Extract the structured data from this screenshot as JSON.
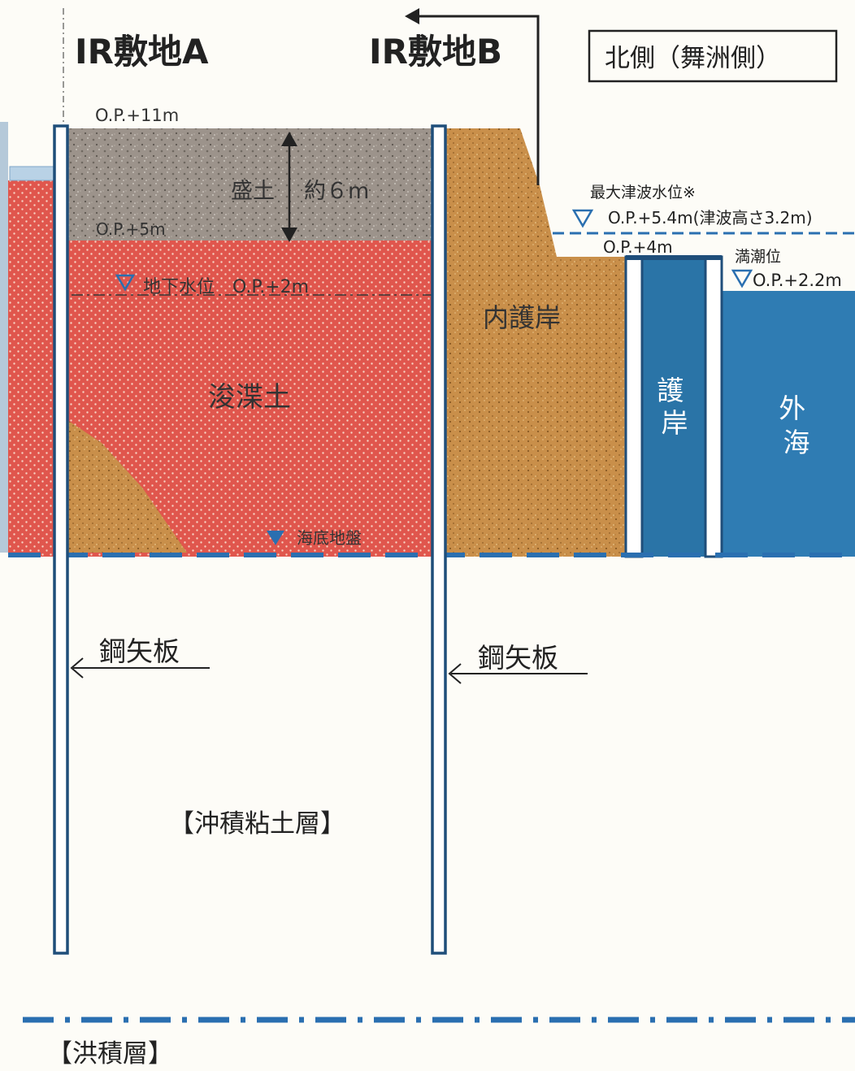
{
  "titles": {
    "site_a": "IR敷地A",
    "site_b": "IR敷地B",
    "north_side": "北側（舞洲側）"
  },
  "levels": {
    "op_11": "O.P.+11m",
    "op_5": "O.P.+5m",
    "fill_label": "盛土",
    "fill_thickness": "約６m",
    "groundwater": "地下水位　O.P.+2m",
    "max_tsunami_label": "最大津波水位※",
    "max_tsunami_value": "O.P.+5.4m(津波高さ3.2m)",
    "op_4": "O.P.+4m",
    "high_tide_label": "満潮位",
    "high_tide_value": "O.P.+2.2m",
    "seabed": "海底地盤"
  },
  "layers": {
    "dredged_soil": "浚渫土",
    "inner_seawall": "内護岸",
    "seawall": "護岸",
    "open_sea": "外海",
    "alluvial_clay": "【沖積粘土層】",
    "diluvial": "【洪積層】"
  },
  "annotations": {
    "sheet_pile_a": "鋼矢板",
    "sheet_pile_b": "鋼矢板"
  },
  "colors": {
    "fill_soil": "#9c938b",
    "dredged_soil": "#e0564d",
    "sand": "#c98f4a",
    "seawall_blue": "#2a74a7",
    "sea_blue": "#2f7cb3",
    "pile_outline": "#1f4e7a",
    "dash_blue": "#2a6fb0"
  }
}
